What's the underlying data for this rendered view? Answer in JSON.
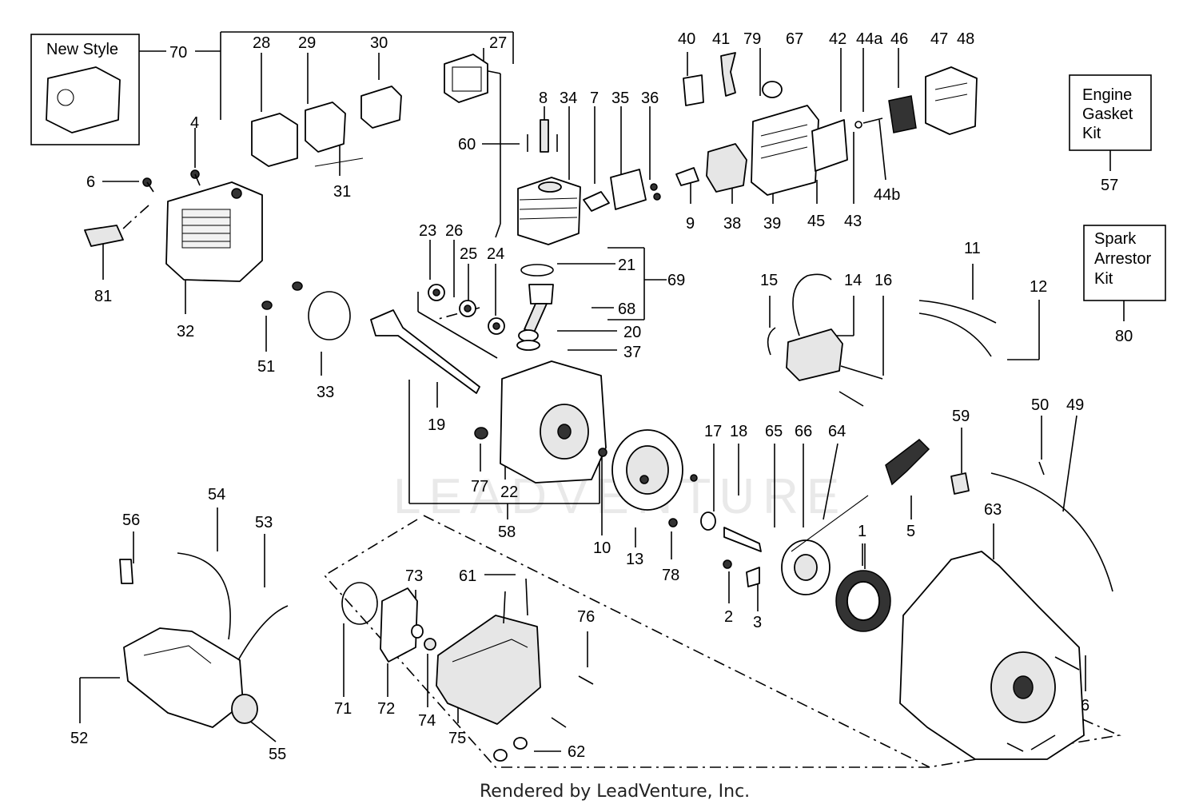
{
  "callouts": [
    "70",
    "28",
    "29",
    "30",
    "27",
    "4",
    "6",
    "81",
    "32",
    "51",
    "33",
    "31",
    "8",
    "34",
    "7",
    "35",
    "36",
    "60",
    "40",
    "41",
    "79",
    "67",
    "42",
    "44a",
    "46",
    "47",
    "48",
    "9",
    "38",
    "39",
    "45",
    "43",
    "44b",
    "23",
    "26",
    "25",
    "24",
    "21",
    "69",
    "68",
    "20",
    "37",
    "19",
    "22",
    "77",
    "58",
    "15",
    "14",
    "16",
    "11",
    "12",
    "10",
    "13",
    "17",
    "18",
    "65",
    "66",
    "64",
    "1",
    "5",
    "59",
    "50",
    "49",
    "78",
    "2",
    "3",
    "63",
    "6",
    "56",
    "54",
    "53",
    "52",
    "55",
    "71",
    "72",
    "73",
    "61",
    "74",
    "75",
    "76",
    "62"
  ],
  "boxes": {
    "new_style": "New Style",
    "engine_gasket_kit": [
      "Engine",
      "Gasket",
      "Kit"
    ],
    "engine_gasket_kit_number": "57",
    "spark_arrestor_kit": [
      "Spark",
      "Arrestor",
      "Kit"
    ],
    "spark_arrestor_kit_number": "80"
  },
  "watermark": "LEADVENTURE",
  "footer": "Rendered by LeadVenture, Inc."
}
